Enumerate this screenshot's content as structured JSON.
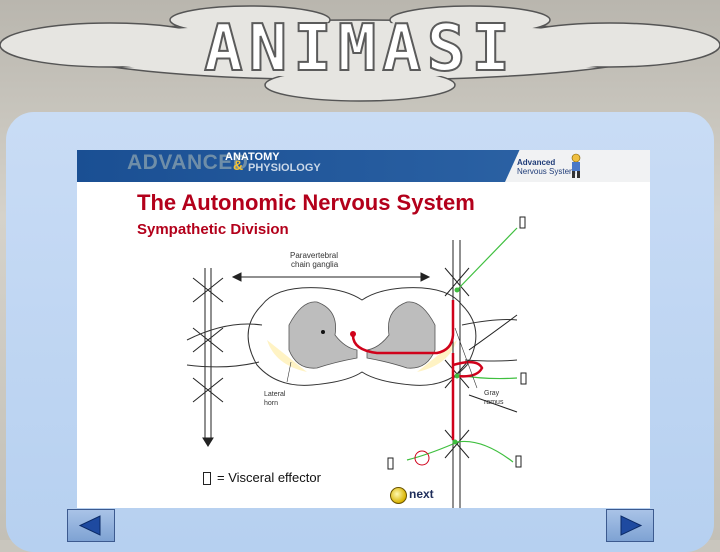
{
  "page_title": "ANIMASI",
  "slide": {
    "brand_advanced": "ADVANCED",
    "brand_amp": "&",
    "brand_anatomy": "ANATOMY",
    "brand_physiology": "PHYSIOLOGY",
    "product_line1": "Advanced",
    "product_line2": "Nervous System",
    "title": "The Autonomic Nervous System",
    "subtitle": "Sympathetic Division",
    "labels": {
      "paravertebral": "Paravertebral",
      "chain_ganglia": "chain ganglia",
      "lateral": "Lateral",
      "horn": "horn",
      "gray": "Gray",
      "ramus": "ramus"
    },
    "legend": "= Visceral effector",
    "next_label": "next"
  },
  "nav": {
    "prev_icon": "triangle-left-icon",
    "next_icon": "triangle-right-icon"
  },
  "colors": {
    "pathway_red": "#d0021b",
    "pathway_green": "#3fbf3f",
    "title_red": "#b3001b",
    "header_blue": "#1a4f93",
    "panel_blue": "#c2d7f3"
  }
}
